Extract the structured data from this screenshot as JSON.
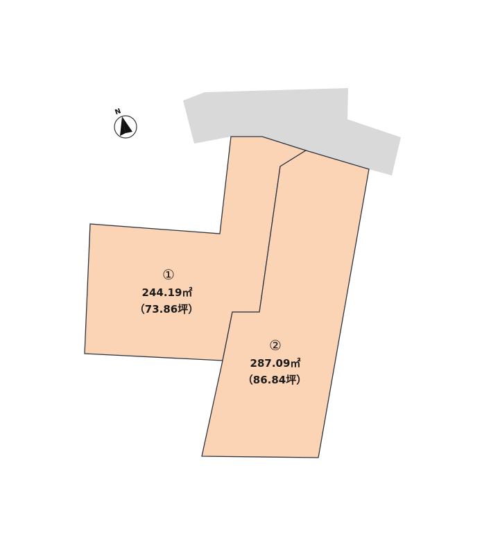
{
  "colors": {
    "lot_fill": "#fbd3b5",
    "lot_stroke": "#2b3340",
    "road_fill": "#d9d9d9"
  },
  "compass": {
    "label": "N",
    "icon": "north-arrow-icon"
  },
  "road": {
    "icon": "road-area"
  },
  "lots": [
    {
      "number": "①",
      "area": "244.19㎡",
      "tsubo": "（73.86坪）"
    },
    {
      "number": "②",
      "area": "287.09㎡",
      "tsubo": "（86.84坪）"
    }
  ]
}
